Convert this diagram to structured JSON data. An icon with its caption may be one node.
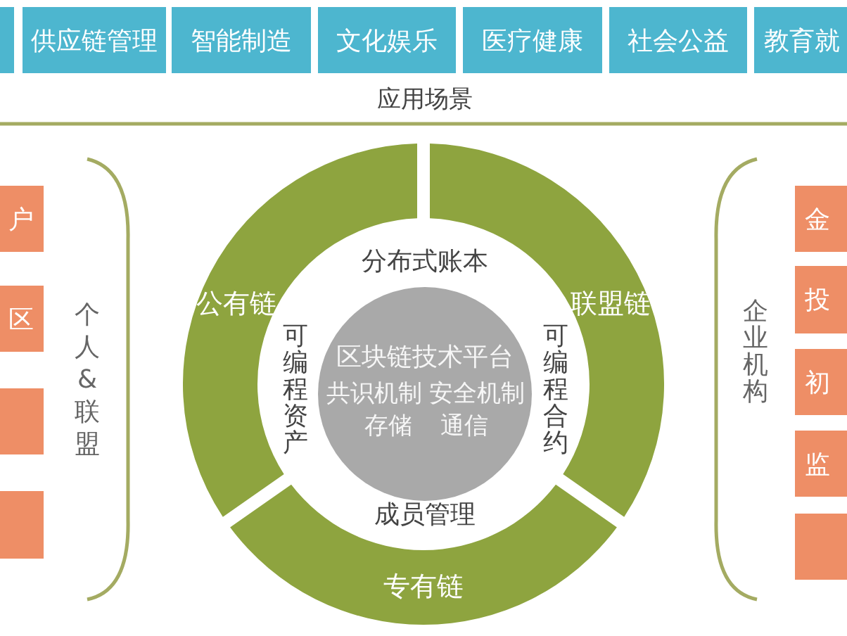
{
  "diagram": {
    "nodes": [
      {
        "text": [],
        "shape": "box"
      },
      {
        "text": [
          "供应链管理"
        ]
      },
      {
        "text": [
          "智能制造"
        ]
      },
      {
        "text": [
          "文化娱乐"
        ]
      },
      {
        "text": [
          "医疗健康"
        ]
      },
      {
        "text": [
          "社会公益"
        ]
      },
      {
        "text": [
          "教育就"
        ]
      },
      {
        "text": [
          "户"
        ]
      },
      {
        "text": [
          "区"
        ]
      },
      {
        "text": [],
        "shape": "box"
      },
      {
        "text": [],
        "shape": "box"
      },
      {
        "text": [
          "公有链"
        ]
      },
      {
        "text": [
          "联盟链"
        ]
      },
      {
        "text": [
          "区块链技术平台",
          "共识机制",
          "安全机制",
          "存储",
          "通信"
        ]
      },
      {
        "text": [
          "专有链"
        ]
      },
      {
        "text": [
          "金"
        ]
      },
      {
        "text": [
          "投"
        ]
      },
      {
        "text": [
          "初"
        ]
      },
      {
        "text": [
          "监"
        ]
      },
      {
        "text": [],
        "shape": "box"
      }
    ],
    "labels": [
      "应用场景",
      "个人&联盟",
      "分布式账本",
      "可编程资产",
      "可编程合约",
      "成员管理",
      "企业机构"
    ]
  }
}
